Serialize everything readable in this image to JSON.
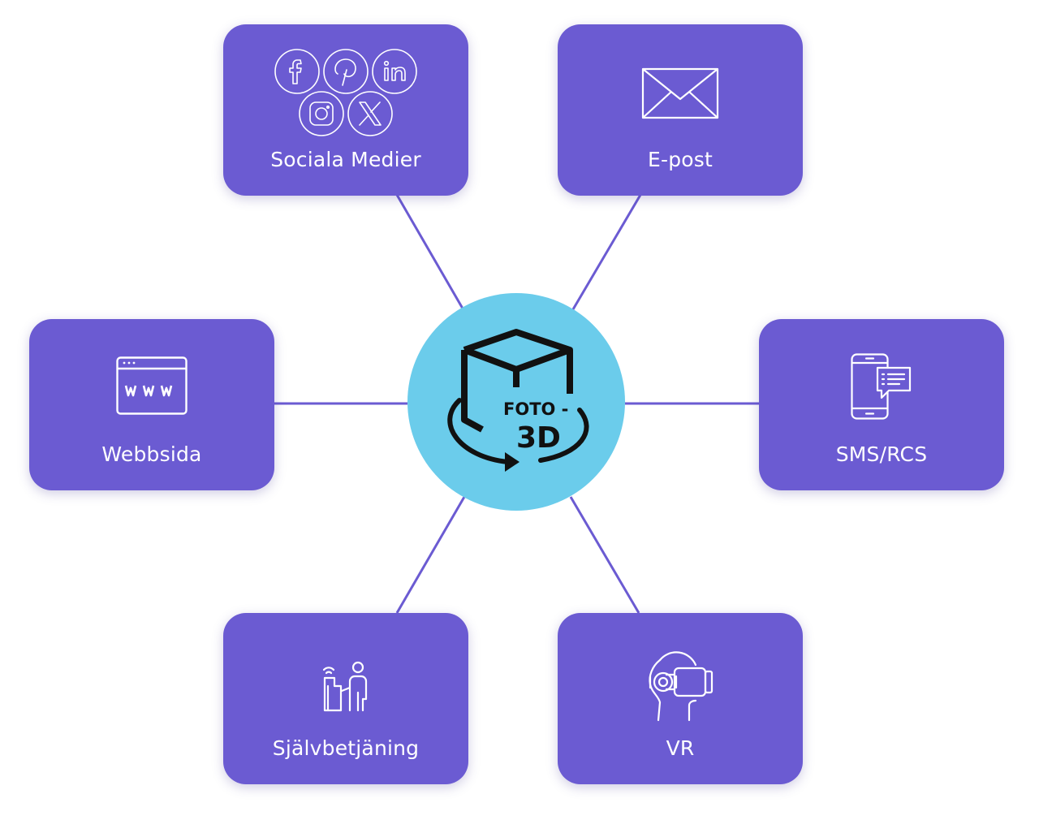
{
  "diagram": {
    "hub": {
      "logo_line1": "FOTO -",
      "logo_line2": "3D"
    },
    "nodes": [
      {
        "id": "social",
        "label": "Sociala Medier",
        "icon": "social-media-icons"
      },
      {
        "id": "email",
        "label": "E-post",
        "icon": "envelope-icon"
      },
      {
        "id": "web",
        "label": "Webbsida",
        "icon": "browser-www-icon"
      },
      {
        "id": "sms",
        "label": "SMS/RCS",
        "icon": "phone-chat-icon"
      },
      {
        "id": "kiosk",
        "label": "Självbetjäning",
        "icon": "self-service-kiosk-icon"
      },
      {
        "id": "vr",
        "label": "VR",
        "icon": "vr-headset-icon"
      }
    ],
    "colors": {
      "card": "#6b5bd2",
      "hub": "#6bcceb",
      "connector": "#6b5bd2"
    }
  }
}
